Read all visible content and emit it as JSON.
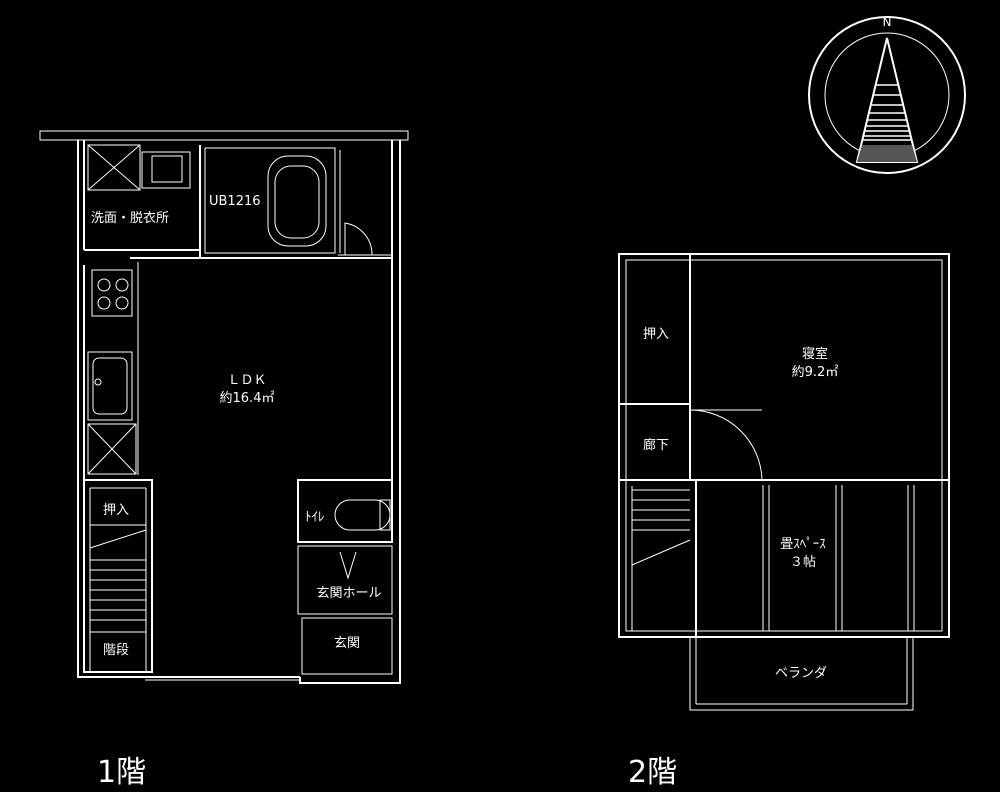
{
  "compass": {
    "north_label": "N"
  },
  "floor1": {
    "title": "1階",
    "rooms": {
      "washroom": "洗面・脱衣所",
      "bath": "UB1216",
      "ldk_name": "ＬＤＫ",
      "ldk_area": "約16.4㎡",
      "toilet": "ﾄｲﾚ",
      "closet": "押入",
      "hall": "玄関ホール",
      "entrance": "玄関",
      "stairs": "階段"
    }
  },
  "floor2": {
    "title": "2階",
    "rooms": {
      "closet": "押入",
      "corridor": "廊下",
      "bedroom_name": "寝室",
      "bedroom_area": "約9.2㎡",
      "tatami_name": "畳ｽﾍﾟｰｽ",
      "tatami_area": "３帖",
      "balcony": "ベランダ"
    }
  }
}
